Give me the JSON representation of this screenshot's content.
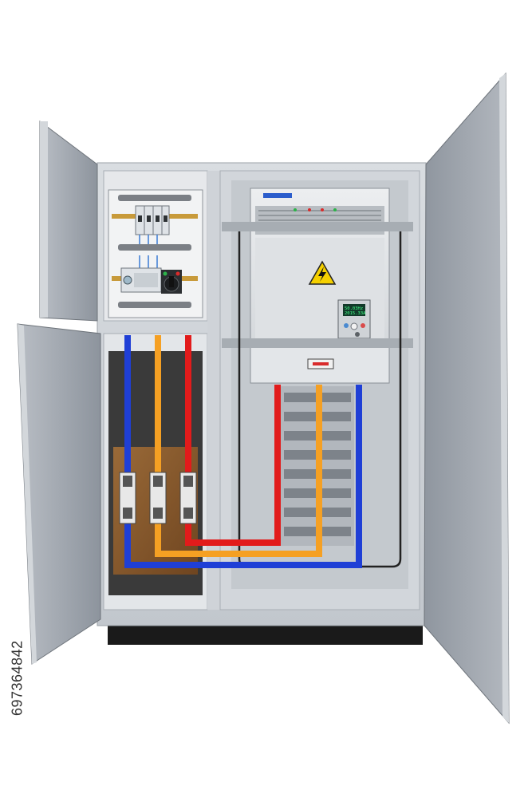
{
  "stock_id": "697364842",
  "meter": {
    "line1": "50.03Hz",
    "line2": "2015.33A"
  },
  "colors": {
    "cabinet_body": "#c7ccd3",
    "cabinet_inner": "#d5d9de",
    "door": "#9aa1aa",
    "door_edge": "#c3c8ce",
    "busbar_blue": "#1f3fd6",
    "busbar_orange": "#f5a023",
    "busbar_red": "#e21b1b",
    "mounting_plate": "#8a5a2a",
    "warning_yellow": "#f5d000",
    "base": "#1a1a1a"
  },
  "icons": [
    "high-voltage-warning-icon",
    "circuit-breaker-icon",
    "fuse-holder-icon",
    "rotary-switch-icon",
    "digital-meter-icon"
  ]
}
